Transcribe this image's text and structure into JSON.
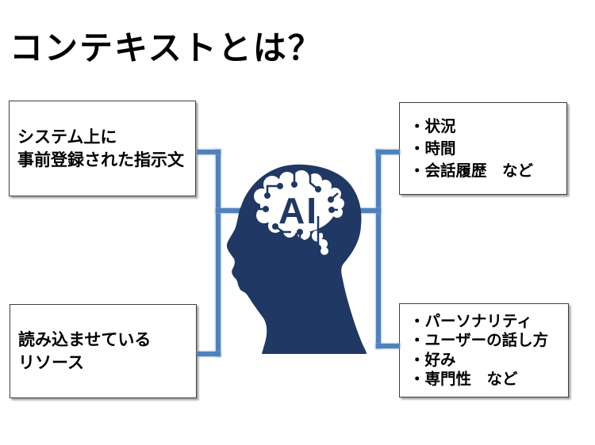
{
  "title": "コンテキストとは？",
  "boxes": {
    "top_left": {
      "lines": [
        "システム上に",
        "事前登録された指示文"
      ]
    },
    "bottom_left": {
      "lines": [
        "読み込ませている",
        "リソース"
      ]
    },
    "top_right": {
      "items": [
        "・状況",
        "・時間",
        "・会話履歴　など"
      ]
    },
    "bottom_right": {
      "items": [
        "・パーソナリティ",
        "・ユーザーの話し方",
        "・好み",
        "・専門性　など"
      ]
    }
  },
  "center": {
    "label": "AI"
  },
  "colors": {
    "background": "#ffffff",
    "title_text": "#000000",
    "box_border": "#3f3f3f",
    "box_text": "#000000",
    "connector_blue": "#4f81bd",
    "head_navy": "#1f3864",
    "brain_white": "#ffffff"
  }
}
